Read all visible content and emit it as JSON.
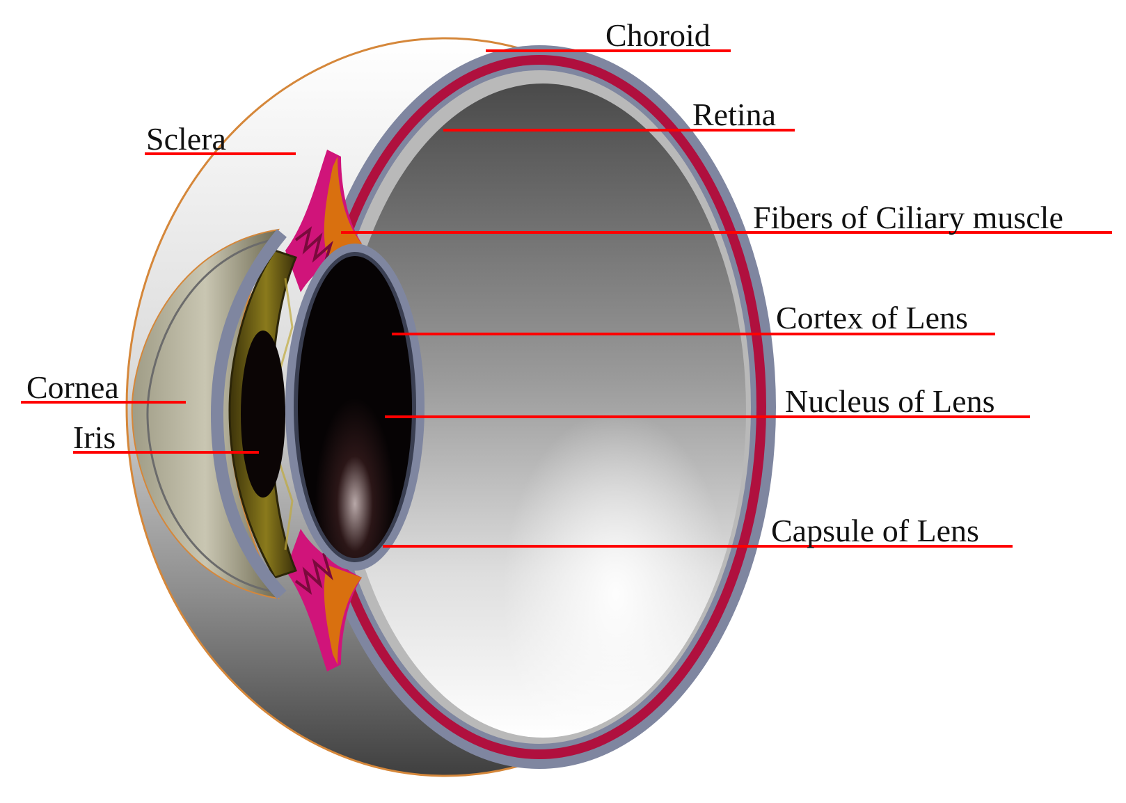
{
  "diagram": {
    "labels": {
      "choroid": "Choroid",
      "retina": "Retina",
      "sclera": "Sclera",
      "ciliary": "Fibers of Ciliary muscle",
      "cortex": "Cortex of Lens",
      "cornea": "Cornea",
      "nucleus": "Nucleus of Lens",
      "iris": "Iris",
      "capsule": "Capsule of Lens"
    },
    "colors": {
      "leader_line": "#ff0000",
      "sclera": "#c8c8c8",
      "choroid": "#b0103e",
      "retina": "#8d8d8d",
      "ciliary_muscle": "#d9700f",
      "ciliary_body": "#d0147a",
      "iris": "#5a4d10",
      "lens": "#1c0f10",
      "capsule": "#7f86a0",
      "cornea": "#b6b4a0"
    }
  }
}
